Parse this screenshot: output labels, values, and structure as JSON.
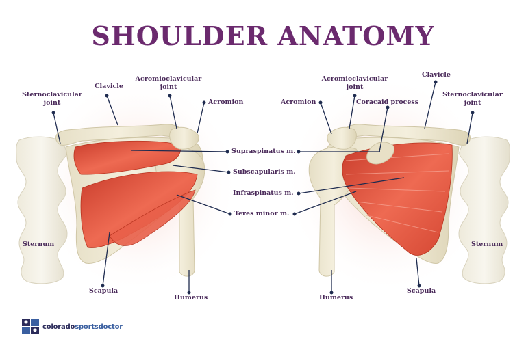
{
  "title": "SHOULDER ANATOMY",
  "labels": {
    "left": {
      "sternoclavicular_1": "Sternoclavicular",
      "sternoclavicular_2": "joint",
      "clavicle": "Clavicle",
      "acromioclavicular_1": "Acromioclavicular",
      "acromioclavicular_2": "joint",
      "acromion": "Acromion",
      "sternum": "Sternum",
      "scapula": "Scapula",
      "humerus": "Humerus"
    },
    "center": {
      "supraspinatus": "Supraspinatus m.",
      "subscapularis": "Subscapularis m.",
      "infraspinatus": "Infraspinatus m.",
      "teres_minor": "Teres minor m."
    },
    "right": {
      "acromion": "Acromion",
      "acromioclavicular_1": "Acromioclavicular",
      "acromioclavicular_2": "joint",
      "coracoid": "Coracaid process",
      "clavicle": "Clavicle",
      "sternoclavicular_1": "Sternoclavicular",
      "sternoclavicular_2": "joint",
      "sternum": "Sternum",
      "scapula": "Scapula",
      "humerus": "Humerus"
    }
  },
  "brand": {
    "part1": "colorado",
    "part2": "sportsdoctor"
  },
  "colors": {
    "title": "#6b2a6e",
    "bone": "#efe9d4",
    "muscle": "#e2553f",
    "label": "#4a2a5a",
    "leader": "#1e2b4f"
  }
}
